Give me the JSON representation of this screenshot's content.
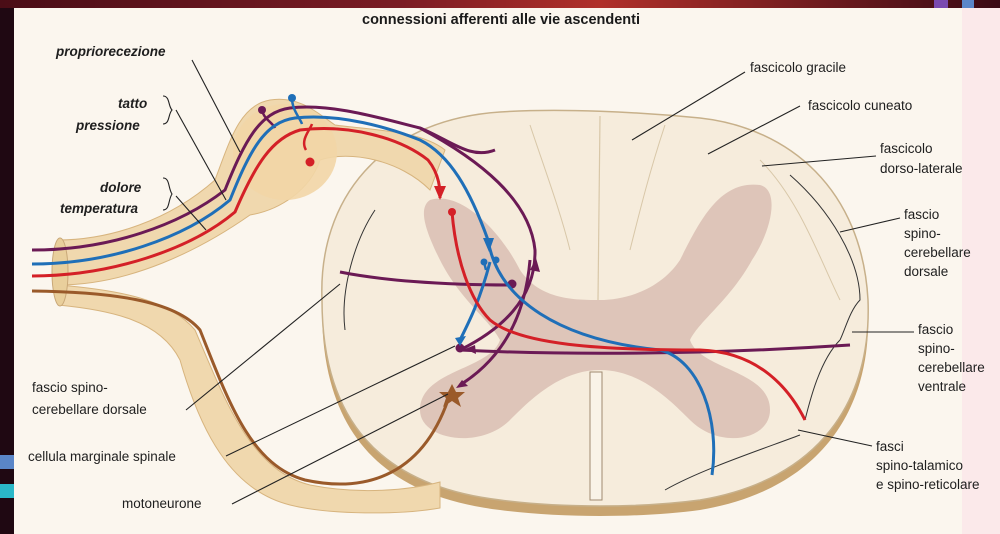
{
  "title": "connessioni afferenti alle vie ascendenti",
  "labels_left": {
    "proprio": "propriorecezione",
    "tatto": "tatto",
    "pressione": "pressione",
    "dolore": "dolore",
    "temperatura": "temperatura",
    "fascio_spino_1": "fascio spino-",
    "fascio_spino_2": "cerebellare dorsale",
    "cellula": "cellula marginale spinale",
    "motoneurone": "motoneurone"
  },
  "labels_right": {
    "gracile": "fascicolo gracile",
    "cuneato": "fascicolo cuneato",
    "dl_1": "fascicolo",
    "dl_2": "dorso-laterale",
    "scd_1": "fascio",
    "scd_2": "spino-",
    "scd_3": "cerebellare",
    "scd_4": "dorsale",
    "scv_1": "fascio",
    "scv_2": "spino-",
    "scv_3": "cerebellare",
    "scv_4": "ventrale",
    "st_1": "fasci",
    "st_2": "spino-talamico",
    "st_3": "e spino-reticolare"
  },
  "colors": {
    "red": "#d42027",
    "blue": "#1f6fb8",
    "purple": "#6b1a55",
    "brown": "#9a5a2a",
    "white_matter": "#f5ebd9",
    "gray_matter": "#d9bfb0",
    "nerve": "#f0d9b0"
  }
}
